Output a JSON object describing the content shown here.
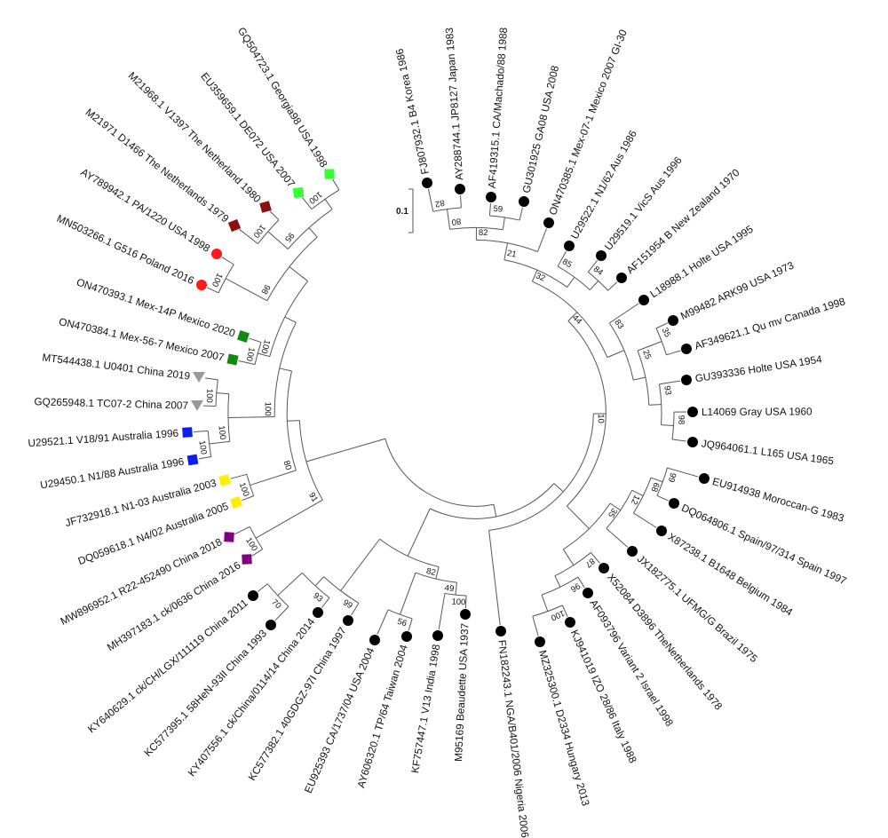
{
  "scale_bar": {
    "label": "0.1"
  },
  "colors": {
    "black": "#000000",
    "light_green": "#33ff33",
    "dark_red": "#8b1010",
    "red": "#ff1a1a",
    "green": "#118a11",
    "grey": "#999999",
    "blue": "#0a1ef0",
    "yellow": "#ffee00",
    "purple": "#800080"
  },
  "leaves": [
    {
      "label": "FJ807932.1 B4 Korea 1986",
      "marker": "circle",
      "color": "black"
    },
    {
      "label": "AY288744.1 JP8127 Japan 1983",
      "marker": "circle",
      "color": "black"
    },
    {
      "label": "AF419315.1 CA/Machado/88 1988",
      "marker": "circle",
      "color": "black"
    },
    {
      "label": "GU301925 GA08 USA 2008",
      "marker": "circle",
      "color": "black"
    },
    {
      "label": "ON470385.1 Mex-07-1 Mexico 2007 GI-30",
      "marker": "circle",
      "color": "black"
    },
    {
      "label": "U29522.1 N1/62 Aus 1986",
      "marker": "circle",
      "color": "black"
    },
    {
      "label": "U29519.1 VicS Aus 1996",
      "marker": "circle",
      "color": "black"
    },
    {
      "label": "AF151954 B New Zealand 1970",
      "marker": "circle",
      "color": "black"
    },
    {
      "label": "L18988.1 Holte USA 1995",
      "marker": "circle",
      "color": "black"
    },
    {
      "label": "M99482 ARK99 USA 1973",
      "marker": "circle",
      "color": "black"
    },
    {
      "label": "AF349621.1 Qu mv Canada 1998",
      "marker": "circle",
      "color": "black"
    },
    {
      "label": "GU393336 Holte USA 1954",
      "marker": "circle",
      "color": "black"
    },
    {
      "label": "L14069 Gray USA 1960",
      "marker": "circle",
      "color": "black"
    },
    {
      "label": "JQ964061.1 L165 USA 1965",
      "marker": "circle",
      "color": "black"
    },
    {
      "label": "EU914938 Moroccan-G 1983",
      "marker": "circle",
      "color": "black"
    },
    {
      "label": "DQ064806.1 Spain/97/314 Spain 1997",
      "marker": "circle",
      "color": "black"
    },
    {
      "label": "X87238.1 B1648 Belgium 1984",
      "marker": "circle",
      "color": "black"
    },
    {
      "label": "JX182775.1 UFMG/G Brazil 1975",
      "marker": "circle",
      "color": "black"
    },
    {
      "label": "X52084 D3896 TheNetherlands 1978",
      "marker": "circle",
      "color": "black"
    },
    {
      "label": "AF093796 Variant 2 Israel 1998",
      "marker": "circle",
      "color": "black"
    },
    {
      "label": "KJ941019 IZO 28/86 Italy 1988",
      "marker": "circle",
      "color": "black"
    },
    {
      "label": "MZ325300.1 D2334 Hungary 2013",
      "marker": "circle",
      "color": "black"
    },
    {
      "label": "FN182243.1 NGA/B401/2006 Nigeria 2006",
      "marker": "circle",
      "color": "black"
    },
    {
      "label": "M95169 Beaudette USA 1937",
      "marker": "circle",
      "color": "black"
    },
    {
      "label": "KF757447.1 V13 India 1998",
      "marker": "circle",
      "color": "black"
    },
    {
      "label": "AY606320.1 TP/64 Taiwan 2004",
      "marker": "circle",
      "color": "black"
    },
    {
      "label": "EU925393 CA/1737/04 USA 2004",
      "marker": "circle",
      "color": "black"
    },
    {
      "label": "KC577382.1 40GDGZ-97I China 1997",
      "marker": "circle",
      "color": "black"
    },
    {
      "label": "KY407556.1 ck/China/0114/14 China 2014",
      "marker": "circle",
      "color": "black"
    },
    {
      "label": "KC577395.1 58HeN-93II China 1993",
      "marker": "circle",
      "color": "black"
    },
    {
      "label": "KY640629.1 ck/CH/LGX/111119 China 2011",
      "marker": "circle",
      "color": "black"
    },
    {
      "label": "MH397183.1 ck/0636 China 2016",
      "marker": "diamond",
      "color": "purple"
    },
    {
      "label": "MW896952.1 R22-452490 China 2018",
      "marker": "diamond",
      "color": "purple"
    },
    {
      "label": "DQ059618.1 N4/02 Australia 2005",
      "marker": "square",
      "color": "yellow"
    },
    {
      "label": "JF732918.1 N1-03 Australia 2003",
      "marker": "square",
      "color": "yellow"
    },
    {
      "label": "U29450.1 N1/88 Australia 1996",
      "marker": "square",
      "color": "blue"
    },
    {
      "label": "U29521.1 V18/91 Australia 1996",
      "marker": "square",
      "color": "blue"
    },
    {
      "label": "GQ265948.1 TC07-2 China 2007",
      "marker": "triangle",
      "color": "grey"
    },
    {
      "label": "MT544438.1 U0401 China 2019",
      "marker": "triangle",
      "color": "grey"
    },
    {
      "label": "ON470384.1 Mex-56-7 Mexico 2007",
      "marker": "square",
      "color": "green"
    },
    {
      "label": "ON470393.1 Mex-14P Mexico 2020",
      "marker": "square",
      "color": "green"
    },
    {
      "label": "MN503266.1 G516 Poland 2016",
      "marker": "circle",
      "color": "red"
    },
    {
      "label": "AY789942.1 PA/1220 USA 1998",
      "marker": "circle",
      "color": "red"
    },
    {
      "label": "M21971 D1466 The Netherlands 1979",
      "marker": "diamond",
      "color": "dark_red"
    },
    {
      "label": "M21968.1 V1397 The Netherland 1980",
      "marker": "diamond",
      "color": "dark_red"
    },
    {
      "label": "EU359659.1 DE072 USA 2007",
      "marker": "diamond",
      "color": "light_green"
    },
    {
      "label": "GQ504723.1 Georgia98 USA 1998",
      "marker": "diamond",
      "color": "light_green"
    }
  ],
  "tree": {
    "c": [
      {
        "c": [
          {
            "b": "10",
            "c": [
              {
                "b": "44",
                "c": [
                  {
                    "b": "32",
                    "c": [
                      {
                        "b": "21",
                        "c": [
                          {
                            "b": "82",
                            "c": [
                              {
                                "b": "80",
                                "c": [
                                  {
                                    "b": "82",
                                    "c": [
                                      0,
                                      1
                                    ]
                                  },
                                  {
                                    "b": "59",
                                    "c": [
                                      2,
                                      3
                                    ]
                                  }
                                ]
                              },
                              4
                            ]
                          },
                          {
                            "b": "85",
                            "c": [
                              5,
                              {
                                "b": "84",
                                "c": [
                                  6,
                                  7
                                ]
                              }
                            ]
                          }
                        ]
                      },
                      {
                        "b": "83",
                        "c": [
                          8,
                          {
                            "b": "25",
                            "c": [
                              {
                                "b": "35",
                                "c": [
                                  9,
                                  10
                                ]
                              },
                              {
                                "b": "93",
                                "c": [
                                  11,
                                  {
                                    "b": "98",
                                    "c": [
                                      12,
                                      13
                                    ]
                                  }
                                ]
                              }
                            ]
                          }
                        ]
                      }
                    ]
                  },
                  {
                    "b": "35",
                    "c": [
                      {
                        "b": "12",
                        "c": [
                          {
                            "b": "68",
                            "c": [
                              {
                                "b": "99",
                                "c": [
                                  14,
                                  15
                                ]
                              },
                              16
                            ]
                          },
                          17
                        ]
                      },
                      {
                        "b": "87",
                        "c": [
                          18,
                          {
                            "b": "96",
                            "c": [
                              19,
                              {
                                "b": "100",
                                "c": [
                                  20,
                                  21
                                ]
                              }
                            ]
                          }
                        ]
                      }
                    ]
                  }
                ]
              },
              22
            ]
          },
          {
            "b": "82",
            "c": [
              {
                "b": "49",
                "c": [
                  {
                    "b": "100",
                    "c": [
                      23,
                      24
                    ]
                  },
                  {
                    "b": "56",
                    "c": [
                      25,
                      26
                    ]
                  }
                ]
              },
              {
                "b": "99",
                "c": [
                  27,
                  {
                    "b": "93",
                    "c": [
                      28,
                      {
                        "b": "70",
                        "c": [
                          29,
                          30
                        ]
                      }
                    ]
                  }
                ]
              }
            ]
          }
        ]
      },
      {
        "b": "91",
        "c": [
          {
            "b": "100",
            "c": [
              31,
              32
            ]
          },
          {
            "b": "80",
            "c": [
              {
                "b": "100",
                "c": [
                  33,
                  34
                ]
              },
              {
                "b": "100",
                "c": [
                  {
                    "b": "100",
                    "c": [
                      {
                        "b": "100",
                        "c": [
                          35,
                          36
                        ]
                      },
                      {
                        "b": "100",
                        "c": [
                          37,
                          38
                        ]
                      }
                    ]
                  },
                  {
                    "b": "100",
                    "c": [
                      {
                        "b": "100",
                        "c": [
                          39,
                          40
                        ]
                      },
                      {
                        "b": "98",
                        "c": [
                          {
                            "b": "100",
                            "c": [
                              41,
                              42
                            ]
                          },
                          {
                            "b": "95",
                            "c": [
                              {
                                "b": "100",
                                "c": [
                                  43,
                                  44
                                ]
                              },
                              {
                                "b": "100",
                                "c": [
                                  45,
                                  46
                                ]
                              }
                            ]
                          }
                        ]
                      }
                    ]
                  }
                ]
              }
            ]
          }
        ]
      }
    ]
  }
}
